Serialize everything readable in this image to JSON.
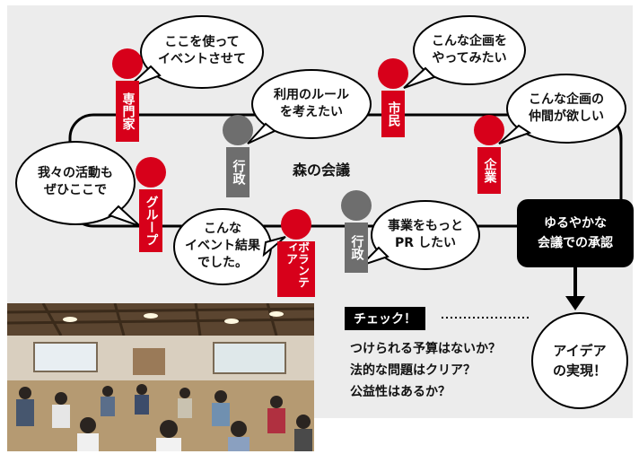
{
  "bubbles": [
    {
      "id": "koko",
      "text": "ここを使って\nイベントさせて"
    },
    {
      "id": "kikaku-yaru",
      "text": "こんな企画を\nやってみたい"
    },
    {
      "id": "rule",
      "text": "利用のルール\nを考えたい"
    },
    {
      "id": "nakama",
      "text": "こんな企画の\n仲間が欲しい"
    },
    {
      "id": "katsudo",
      "text": "我々の活動も\nぜひここで"
    },
    {
      "id": "kekka",
      "text": "こんな\nイベント結果\nでした。"
    },
    {
      "id": "pr",
      "text": "事業をもっと\nPR したい"
    }
  ],
  "people": [
    {
      "id": "senmonka",
      "label": "専門家",
      "color": "#d7001a"
    },
    {
      "id": "shimin",
      "label": "市民",
      "color": "#d7001a"
    },
    {
      "id": "gyosei-1",
      "label": "行政",
      "color": "#6e6e6e"
    },
    {
      "id": "kigyo",
      "label": "企業",
      "color": "#d7001a"
    },
    {
      "id": "group",
      "label": "グループ",
      "color": "#d7001a"
    },
    {
      "id": "volunteer",
      "label": "ボランティア",
      "color": "#d7001a"
    },
    {
      "id": "gyosei-2",
      "label": "行政",
      "color": "#6e6e6e"
    }
  ],
  "title": "森の会議",
  "approval": "ゆるやかな\n会議での承認",
  "check": {
    "label": "チェック！",
    "items": [
      "つけられる予算はないか？",
      "法的な問題はクリア？",
      "公益性はあるか？"
    ]
  },
  "realization": "アイデア\nの実現！",
  "colors": {
    "red": "#d7001a",
    "gray": "#6e6e6e",
    "black": "#000000"
  }
}
